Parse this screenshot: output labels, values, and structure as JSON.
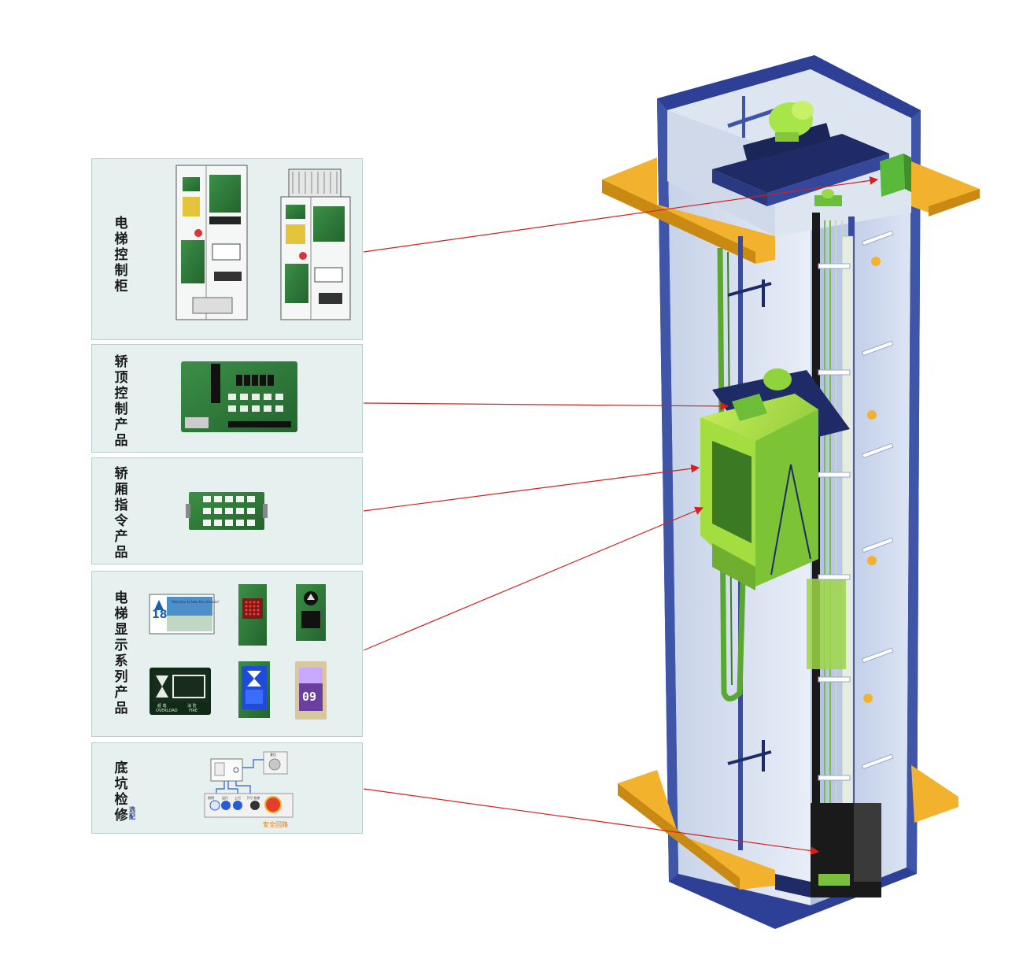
{
  "panels": [
    {
      "id": "control-cabinet",
      "label": "电梯控制柜"
    },
    {
      "id": "car-top",
      "label": "轿顶控制产品"
    },
    {
      "id": "car-command",
      "label": "轿厢指令产品"
    },
    {
      "id": "display",
      "label": "电梯显示系列产品"
    },
    {
      "id": "pit",
      "label": "底坑检修",
      "tag": "选配"
    }
  ],
  "display_samples": {
    "floor_number": "18",
    "screen_caption": "Welcome to take the elevator!",
    "lcd_word_left": "超 载",
    "lcd_word_right": "消 防",
    "lcd_word_overload": "OVERLOAD",
    "lcd_word_fire": "FIRE",
    "tft_floor": "09"
  },
  "pit_module": {
    "switch_labels": [
      "照明",
      "运行",
      "上行",
      "下行 检修"
    ],
    "reset_label": "复位",
    "safety_label": "安全回路"
  },
  "colors": {
    "panel_bg": "#e6f0ef",
    "pcb_green": "#2f7d3a",
    "shaft_blue": "#3f56a8",
    "car_green": "#8fd43a",
    "floor_yellow": "#f2b22d",
    "arrow_red": "#d81e1e"
  }
}
